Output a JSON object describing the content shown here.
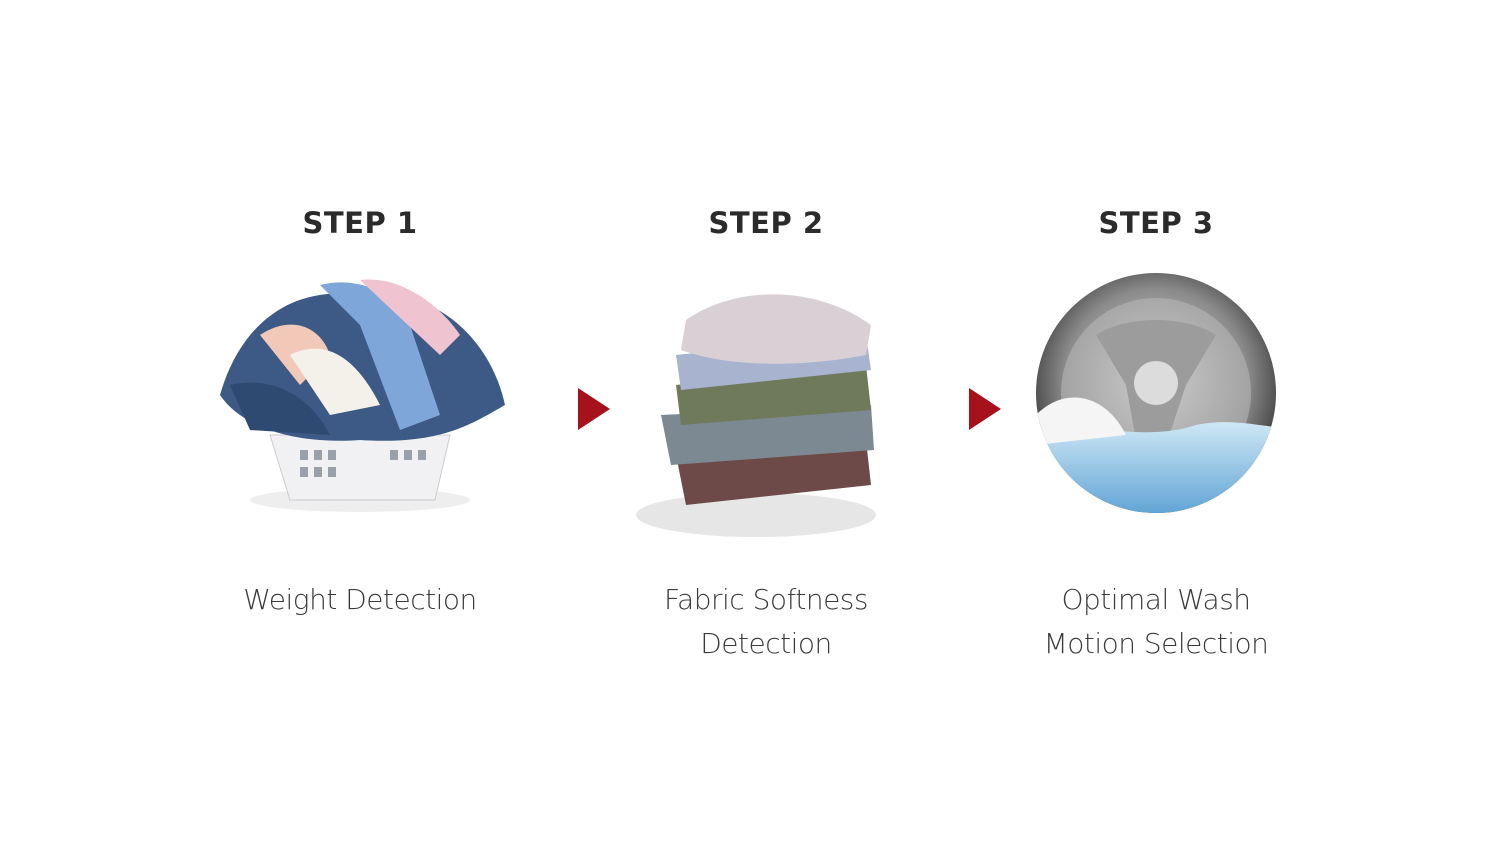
{
  "steps": [
    {
      "title": "STEP 1",
      "label_lines": [
        "Weight Detection"
      ],
      "image": "laundry-basket"
    },
    {
      "title": "STEP 2",
      "label_lines": [
        "Fabric Softness",
        "Detection"
      ],
      "image": "folded-clothes-stack"
    },
    {
      "title": "STEP 3",
      "label_lines": [
        "Optimal Wash",
        "Motion Selection"
      ],
      "image": "washer-drum"
    }
  ],
  "colors": {
    "arrow": "#a5121b",
    "title": "#2b2b2b",
    "label": "#3a3a3a"
  }
}
